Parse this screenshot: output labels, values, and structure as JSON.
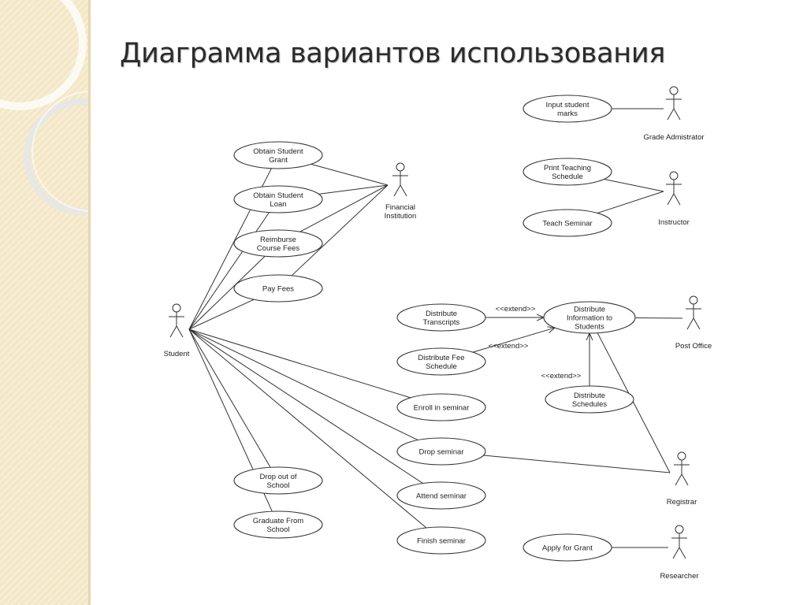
{
  "slide": {
    "title": "Диаграмма вариантов использования"
  },
  "diagram": {
    "actors": [
      {
        "id": "student",
        "label": "Student"
      },
      {
        "id": "financial",
        "label": [
          "Financial",
          "Institution"
        ]
      },
      {
        "id": "grade_admin",
        "label": "Grade Admistrator"
      },
      {
        "id": "instructor",
        "label": "Instructor"
      },
      {
        "id": "post_office",
        "label": "Post Office"
      },
      {
        "id": "registrar",
        "label": "Registrar"
      },
      {
        "id": "researcher",
        "label": "Researcher"
      }
    ],
    "use_cases": [
      {
        "id": "obtain_grant",
        "label": [
          "Obtain Student",
          "Grant"
        ]
      },
      {
        "id": "obtain_loan",
        "label": [
          "Obtain Student",
          "Loan"
        ]
      },
      {
        "id": "reimburse",
        "label": [
          "Reimburse",
          "Course Fees"
        ]
      },
      {
        "id": "pay_fees",
        "label": [
          "Pay Fees"
        ]
      },
      {
        "id": "drop_out",
        "label": [
          "Drop out of",
          "School"
        ]
      },
      {
        "id": "graduate",
        "label": [
          "Graduate From",
          "School"
        ]
      },
      {
        "id": "input_marks",
        "label": [
          "Input student",
          "marks"
        ]
      },
      {
        "id": "print_schedule",
        "label": [
          "Print Teaching",
          "Schedule"
        ]
      },
      {
        "id": "teach_seminar",
        "label": [
          "Teach Seminar"
        ]
      },
      {
        "id": "distribute_transcripts",
        "label": [
          "Distribute",
          "Transcripts"
        ]
      },
      {
        "id": "distribute_info",
        "label": [
          "Distribute",
          "Information to",
          "Students"
        ]
      },
      {
        "id": "distribute_fee",
        "label": [
          "Distribute Fee",
          "Schedule"
        ]
      },
      {
        "id": "distribute_schedules",
        "label": [
          "Distribute",
          "Schedules"
        ]
      },
      {
        "id": "enroll",
        "label": [
          "Enroll in seminar"
        ]
      },
      {
        "id": "drop_seminar",
        "label": [
          "Drop seminar"
        ]
      },
      {
        "id": "attend",
        "label": [
          "Attend seminar"
        ]
      },
      {
        "id": "finish",
        "label": [
          "Finish seminar"
        ]
      },
      {
        "id": "apply_grant",
        "label": [
          "Apply for Grant"
        ]
      }
    ],
    "associations": [
      [
        "student",
        "obtain_grant"
      ],
      [
        "student",
        "obtain_loan"
      ],
      [
        "student",
        "reimburse"
      ],
      [
        "student",
        "pay_fees"
      ],
      [
        "student",
        "drop_out"
      ],
      [
        "student",
        "graduate"
      ],
      [
        "student",
        "enroll"
      ],
      [
        "student",
        "drop_seminar"
      ],
      [
        "student",
        "attend"
      ],
      [
        "student",
        "finish"
      ],
      [
        "financial",
        "obtain_grant"
      ],
      [
        "financial",
        "obtain_loan"
      ],
      [
        "financial",
        "reimburse"
      ],
      [
        "financial",
        "pay_fees"
      ],
      [
        "grade_admin",
        "input_marks"
      ],
      [
        "instructor",
        "print_schedule"
      ],
      [
        "instructor",
        "teach_seminar"
      ],
      [
        "post_office",
        "distribute_info"
      ],
      [
        "registrar",
        "distribute_info"
      ],
      [
        "registrar",
        "drop_seminar"
      ],
      [
        "researcher",
        "apply_grant"
      ]
    ],
    "extends": [
      {
        "from": "distribute_transcripts",
        "to": "distribute_info",
        "label": "<<extend>>"
      },
      {
        "from": "distribute_fee",
        "to": "distribute_info",
        "label": "<<extend>>"
      },
      {
        "from": "distribute_schedules",
        "to": "distribute_info",
        "label": "<<extend>>"
      }
    ]
  }
}
